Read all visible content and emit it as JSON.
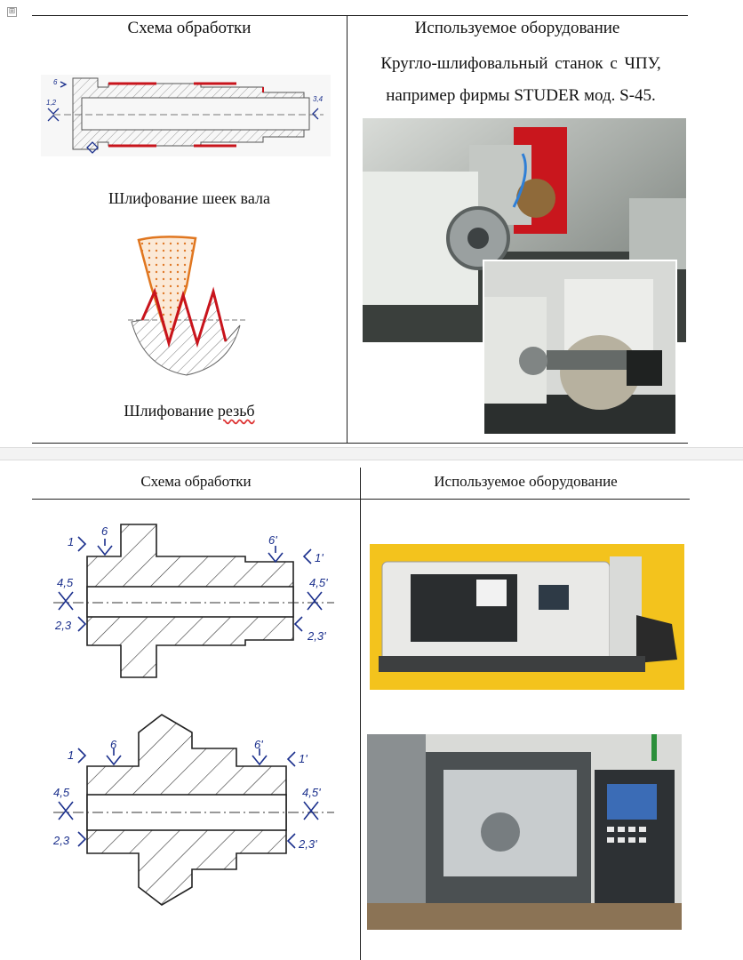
{
  "doc": {
    "anchor_glyph": "⊞"
  },
  "top_table": {
    "col1_header": "Схема обработки",
    "col2_header": "Используемое оборудование",
    "equipment_line1": "Кругло-шлифовальный станок с ЧПУ,",
    "equipment_line2": "например фирмы STUDER мод. S-45.",
    "shaft_caption": "Шлифование шеек вала",
    "thread_caption_main": "Шлифование ",
    "thread_caption_flag": "резьб",
    "labels": {
      "l12": "1,2",
      "l6a": "6",
      "l34": "3,4",
      "l6b": "6"
    }
  },
  "bottom_table": {
    "col1_header": "Схема обработки",
    "col2_header": "Используемое оборудование",
    "diagram1": {
      "l6": "6",
      "l6p": "6'",
      "l1": "1",
      "l1p": "1'",
      "l45": "4,5",
      "l45p": "4,5'",
      "l23": "2,3",
      "l23p": "2,3'"
    },
    "diagram2": {
      "l6": "6",
      "l6p": "6'",
      "l1": "1",
      "l1p": "1'",
      "l45": "4,5",
      "l45p": "4,5'",
      "l23": "2,3",
      "l23p": "2,3'"
    }
  },
  "colors": {
    "accent_red": "#c8141c",
    "dim_blue": "#1a2f8c",
    "photo_yellow": "#f3c31d"
  }
}
